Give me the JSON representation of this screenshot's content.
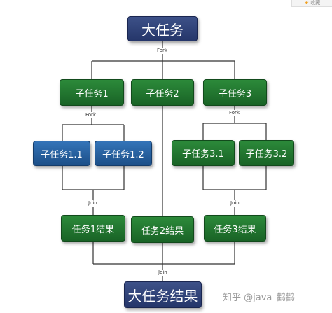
{
  "top": {
    "title": "大任务"
  },
  "level1": [
    "子任务1",
    "子任务2",
    "子任务3"
  ],
  "level2_left": [
    "子任务1.1",
    "子任务1.2"
  ],
  "level2_right": [
    "子任务3.1",
    "子任务3.2"
  ],
  "results": [
    "任务1结果",
    "任务2结果",
    "任务3结果"
  ],
  "bottom": {
    "title": "大任务结果"
  },
  "labels": {
    "fork_top": "Fork",
    "fork_left": "Fork",
    "fork_right": "Fork",
    "join_left": "Join",
    "join_right": "Join",
    "join_bottom": "Join"
  },
  "corner": {
    "star": "★",
    "text": "收藏"
  },
  "watermark": "知乎 @java_鹳鹳",
  "colors": {
    "navy": "#2c3d74",
    "green": "#1f7530",
    "blue": "#245d9c",
    "line": "#333333"
  }
}
